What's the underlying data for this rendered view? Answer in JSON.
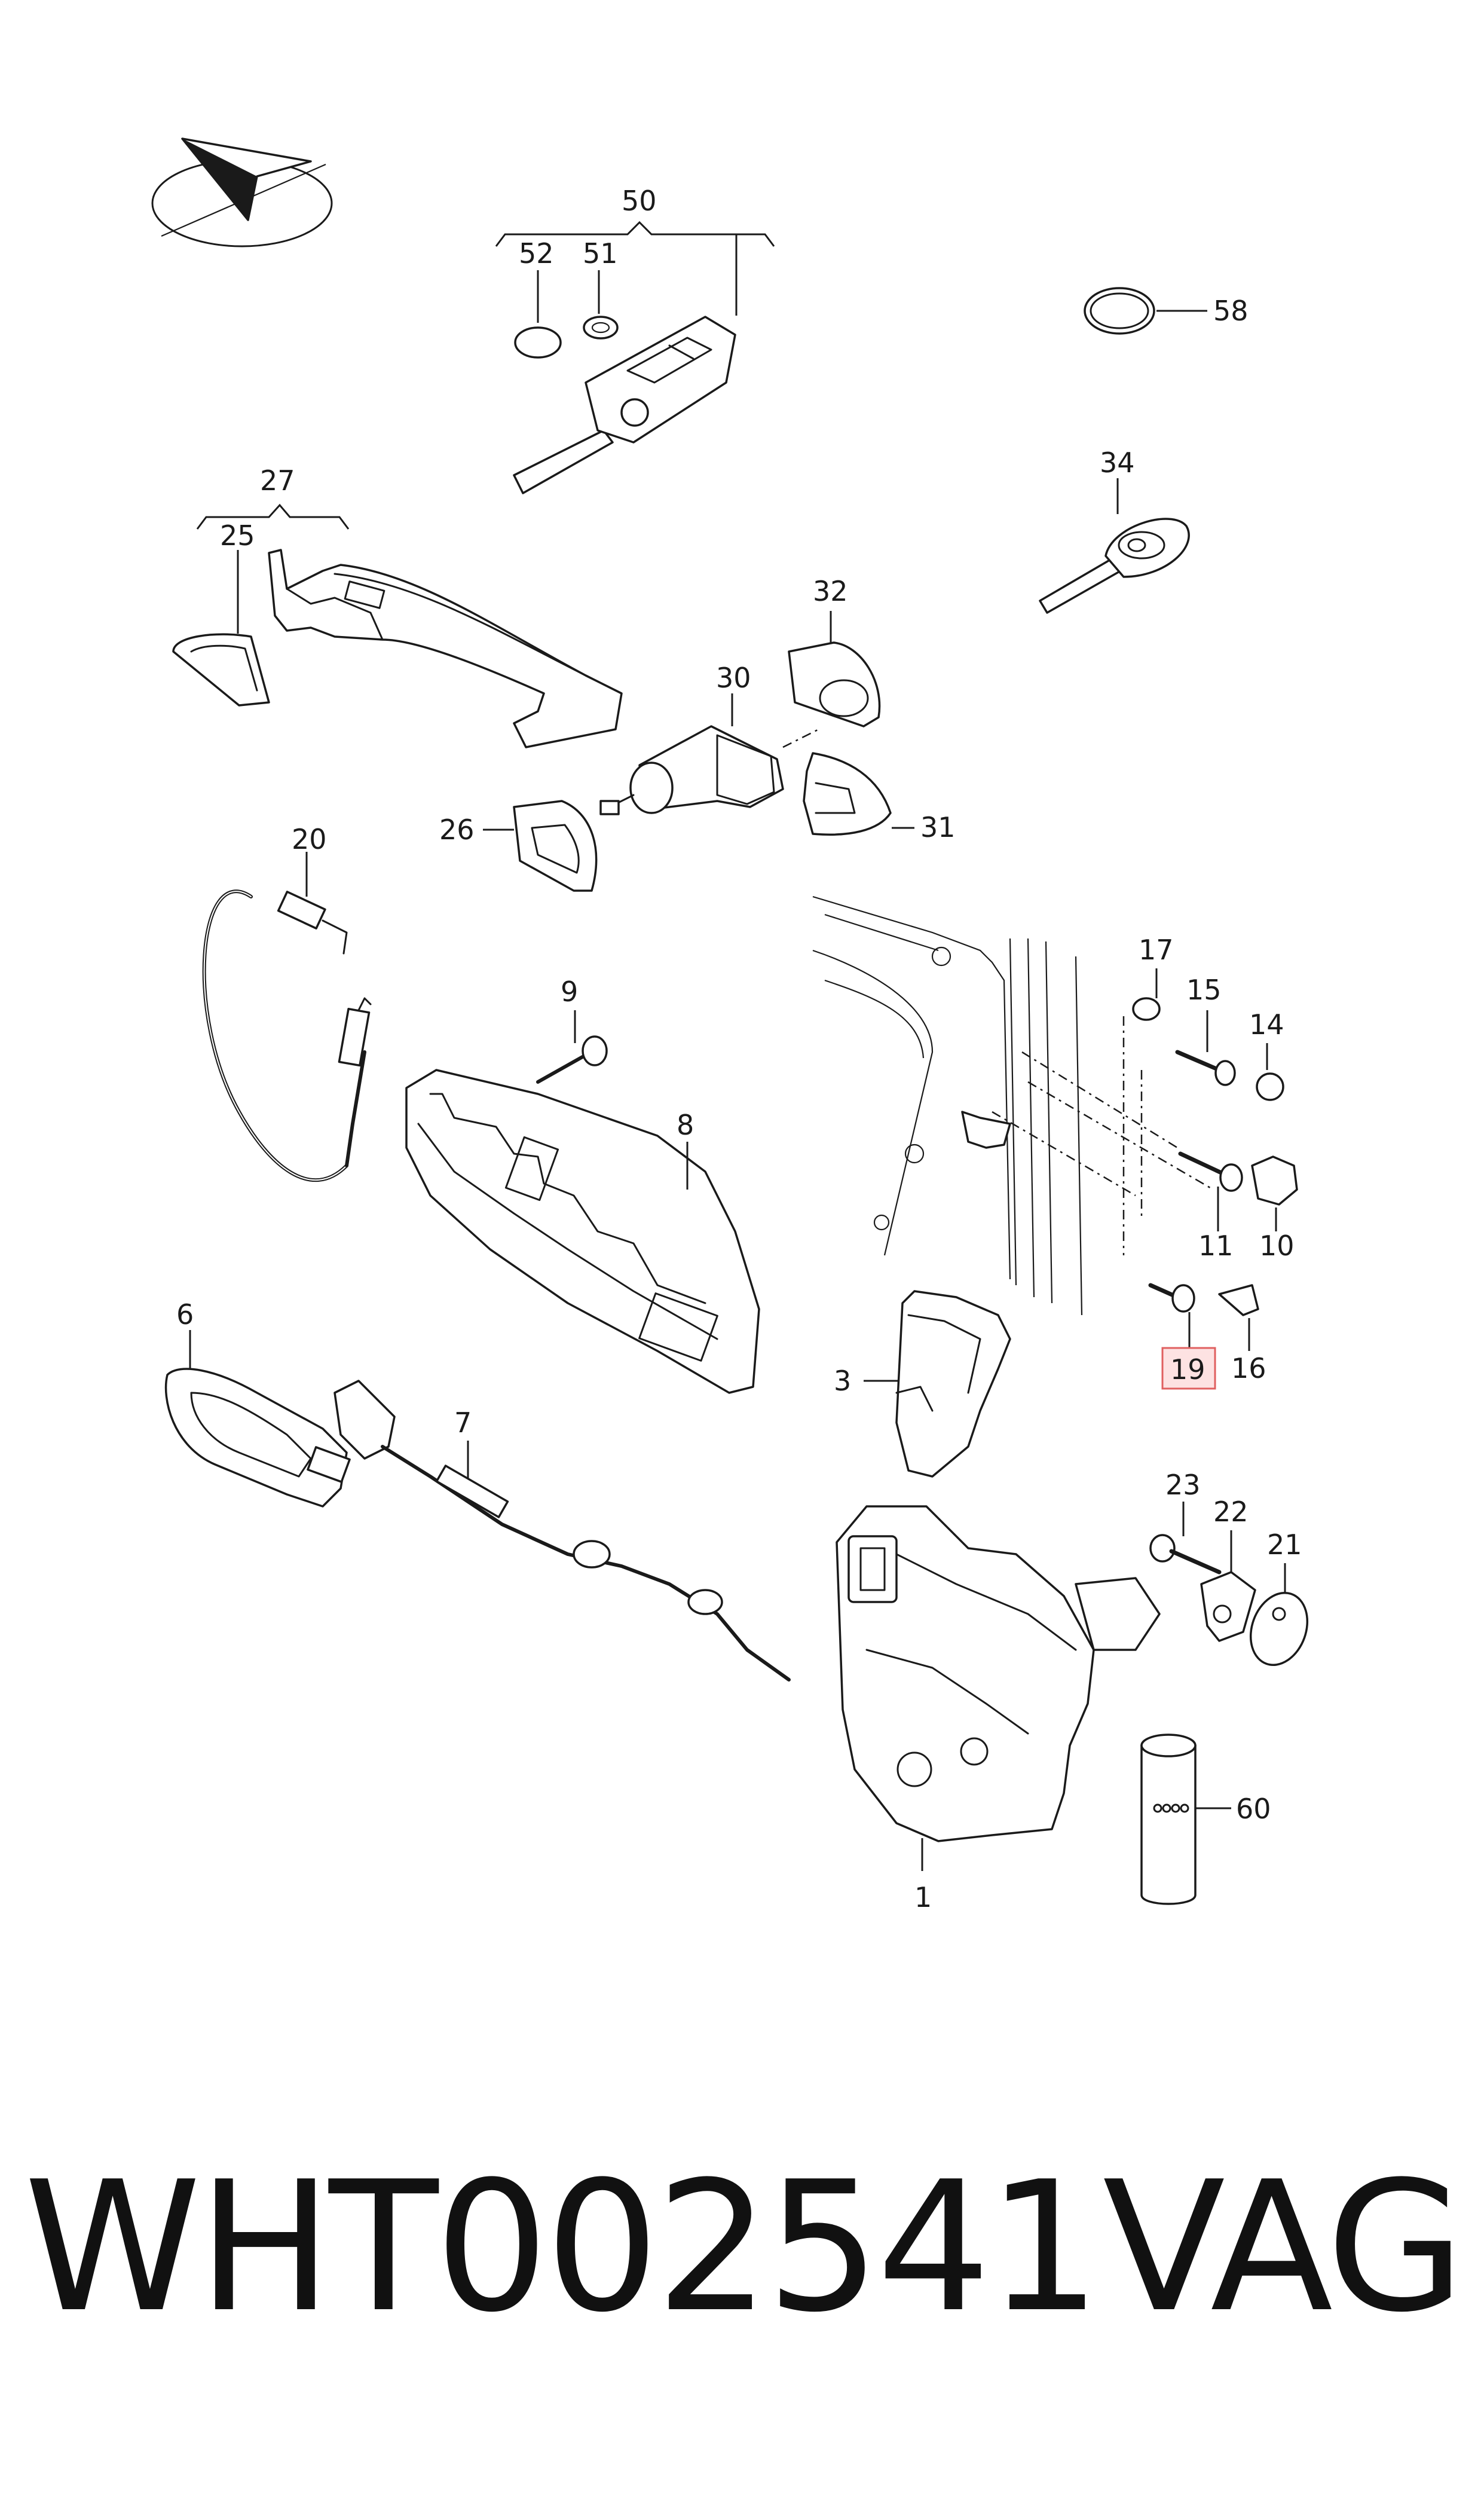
{
  "diagram": {
    "callouts": {
      "c1": "1",
      "c3": "3",
      "c6": "6",
      "c7": "7",
      "c8": "8",
      "c9": "9",
      "c10": "10",
      "c11": "11",
      "c14": "14",
      "c15": "15",
      "c16": "16",
      "c17": "17",
      "c19": "19",
      "c20": "20",
      "c21": "21",
      "c22": "22",
      "c23": "23",
      "c25": "25",
      "c26": "26",
      "c27": "27",
      "c30": "30",
      "c31": "31",
      "c32": "32",
      "c34": "34",
      "c50": "50",
      "c51": "51",
      "c52": "52",
      "c58": "58",
      "c60": "60"
    },
    "highlighted_callout": "19",
    "colors": {
      "line": "#1a1a1a",
      "highlight_fill": "#fde2e2",
      "highlight_stroke": "#e06060"
    },
    "orientation_icon": "direction-arrow-icon"
  },
  "footer": {
    "part_number": "WHT002541",
    "brand": "VAG"
  }
}
